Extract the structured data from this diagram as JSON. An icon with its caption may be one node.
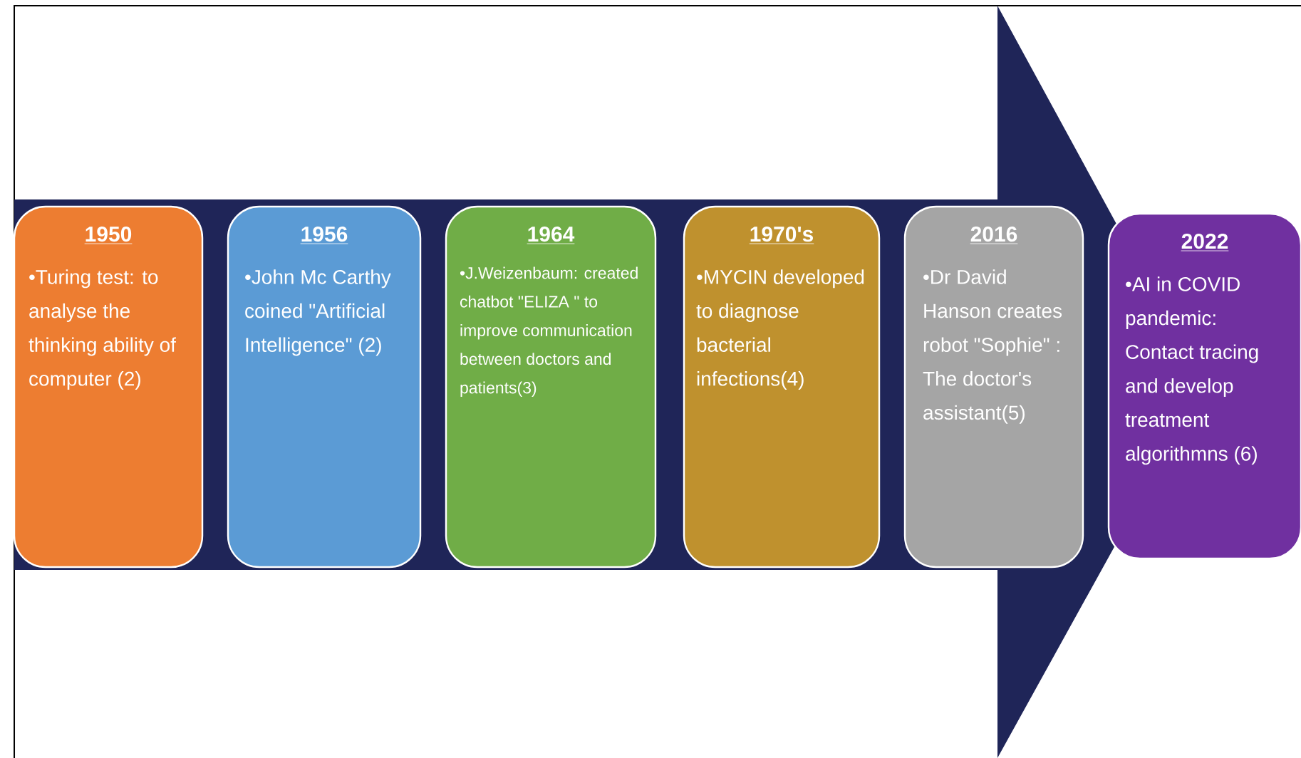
{
  "diagram": {
    "nodes": [
      {
        "text": [
          "1950",
          "•Turing test: to analyse the thinking ability of computer (2)"
        ]
      },
      {
        "text": [
          "1956",
          "•John Mc Carthy coined \"Artificial Intelligence\" (2)"
        ]
      },
      {
        "text": [
          "1964",
          "•J.Weizenbaum: created chatbot \"ELIZA \" to improve communication between doctors and patients(3)"
        ]
      },
      {
        "text": [
          "1970's",
          "•MYCIN developed to diagnose bacterial infections(4)"
        ]
      },
      {
        "text": [
          "2016",
          "•Dr David Hanson creates robot \"Sophie\" : The doctor's assistant(5)"
        ]
      },
      {
        "text": [
          "2022",
          "•AI in COVID pandemic: Contact tracing and develop treatment algorithmns (6)"
        ]
      }
    ]
  }
}
